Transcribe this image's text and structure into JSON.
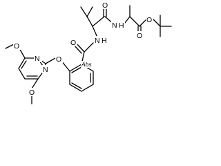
{
  "molecule": {
    "atom_labels": {
      "n_amide_top": "N",
      "h_amide_top": "H",
      "o_valine_carbonyl": "O",
      "o_ester_carbonyl": "O",
      "o_ester_link": "O",
      "n_amide_mid": "N",
      "h_amide_mid": "H",
      "o_benzamide": "O",
      "o_aryl_ether": "O",
      "n_pyr_upper": "N",
      "n_pyr_lower": "N",
      "o_methoxy_upper": "O",
      "o_methoxy_lower": "O",
      "abs_tag": "Abs"
    }
  },
  "colors": {
    "bond": "#000000",
    "label": "#000000",
    "background": "#ffffff"
  }
}
